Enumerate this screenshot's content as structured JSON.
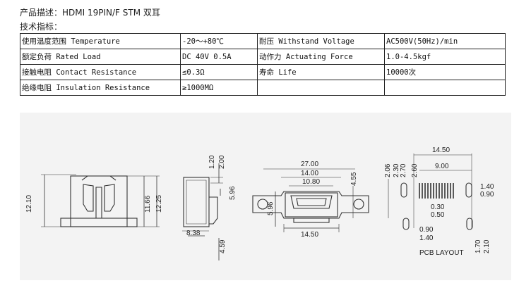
{
  "header": {
    "product_desc": "产品描述：HDMI 19PIN/F STM 双耳",
    "tech_spec": "技术指标："
  },
  "spec_table": [
    [
      "使用温度范围 Temperature",
      "-20～+80℃",
      "耐压 Withstand Voltage",
      "AC500V(50Hz)/min"
    ],
    [
      "额定负荷 Rated Load",
      "DC 40V 0.5A",
      "动作力 Actuating Force",
      "1.0-4.5kgf"
    ],
    [
      "接触电阻 Contact Resistance",
      "≤0.3Ω",
      "寿命 Life",
      "10000次"
    ],
    [
      "绝缘电阻 Insulation Resistance",
      "≥1000MΩ",
      "",
      ""
    ]
  ],
  "drawing": {
    "front": {
      "height": "12.10",
      "d1": "11.66",
      "d2": "12.25"
    },
    "side": {
      "top1": "1.20",
      "top2": "2.00",
      "mid": "5.96",
      "bottom": "8.38",
      "base": "4.59"
    },
    "face": {
      "w1": "27.00",
      "w2": "14.00",
      "w3": "10.80",
      "h1": "4.55",
      "left": "5.96",
      "bottom": "14.50"
    },
    "pcb": {
      "top_w": "14.50",
      "w2": "9.00",
      "v1": "2.06",
      "v2": "2.30",
      "v3": "2.70",
      "v4": "2.60",
      "r1": "1.40",
      "r2": "0.90",
      "m1": "0.30",
      "m2": "0.50",
      "b1": "0.90",
      "b2": "1.40",
      "b3": "1.70",
      "b4": "2.10",
      "label": "PCB LAYOUT"
    }
  }
}
